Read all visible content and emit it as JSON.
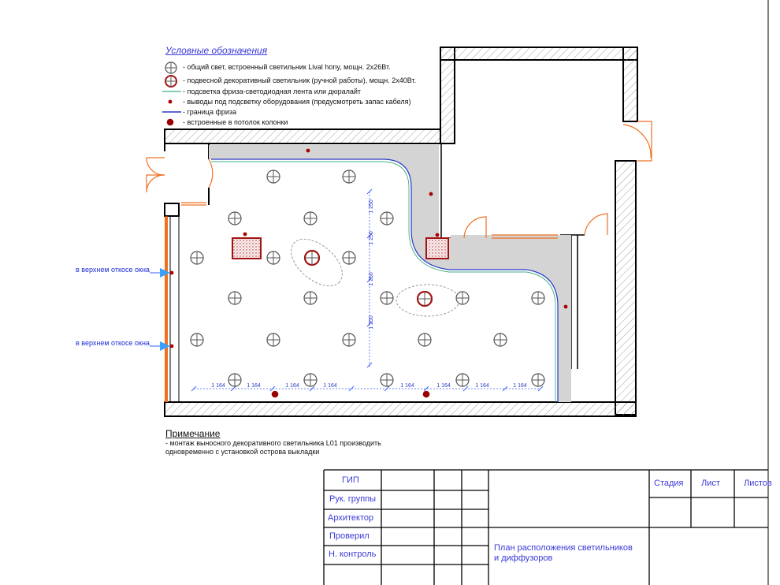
{
  "legend": {
    "title": "Условные обозначения",
    "items": [
      {
        "symbol": "ceiling-light-icon",
        "text": "- общий свет, встроенный светильник Lival hony, мощн. 2х26Вт."
      },
      {
        "symbol": "pendant-light-icon",
        "text": "- подвесной декоративный светильник (ручной работы), мощн. 2х40Вт."
      },
      {
        "symbol": "led-strip-icon",
        "text": "- подсветка фриза-светодиодная лента или дюралайт"
      },
      {
        "symbol": "cable-outlet-icon",
        "text": "- выводы под подсветку оборудования (предусмотреть запас кабеля)"
      },
      {
        "symbol": "frieze-border-icon",
        "text": "- граница фриза"
      },
      {
        "symbol": "speaker-icon",
        "text": "- встроенные в потолок колонки"
      }
    ]
  },
  "plan": {
    "window_note_1": "в верхнем откосе окна",
    "window_note_2": "в верхнем откосе окна",
    "vertical_dimensions": [
      "1 250",
      "1 250",
      "1 250",
      "1 250"
    ],
    "horizontal_dimensions": [
      "1 164",
      "1 164",
      "1 164",
      "1 164",
      "1 164",
      "1 164",
      "1 164",
      "1 164"
    ]
  },
  "note": {
    "title": "Примечание",
    "text": "- монтаж выносного декоративного светильника L01 производить\nодновременно с установкой острова выкладки"
  },
  "stamp": {
    "roles": [
      "ГИП",
      "Рук. группы",
      "Архитектор",
      "Проверил",
      "Н. контроль"
    ],
    "stage": "Стадия",
    "sheet": "Лист",
    "sheets": "Листов",
    "title": "План расположения светильников\nи диффузоров"
  },
  "colors": {
    "wall": "#000000",
    "frieze": "#d6d6d6",
    "accent_blue": "#3a3ad8",
    "outlet_red": "#aa0000",
    "door": "#f07020",
    "led": "#2db07a"
  }
}
